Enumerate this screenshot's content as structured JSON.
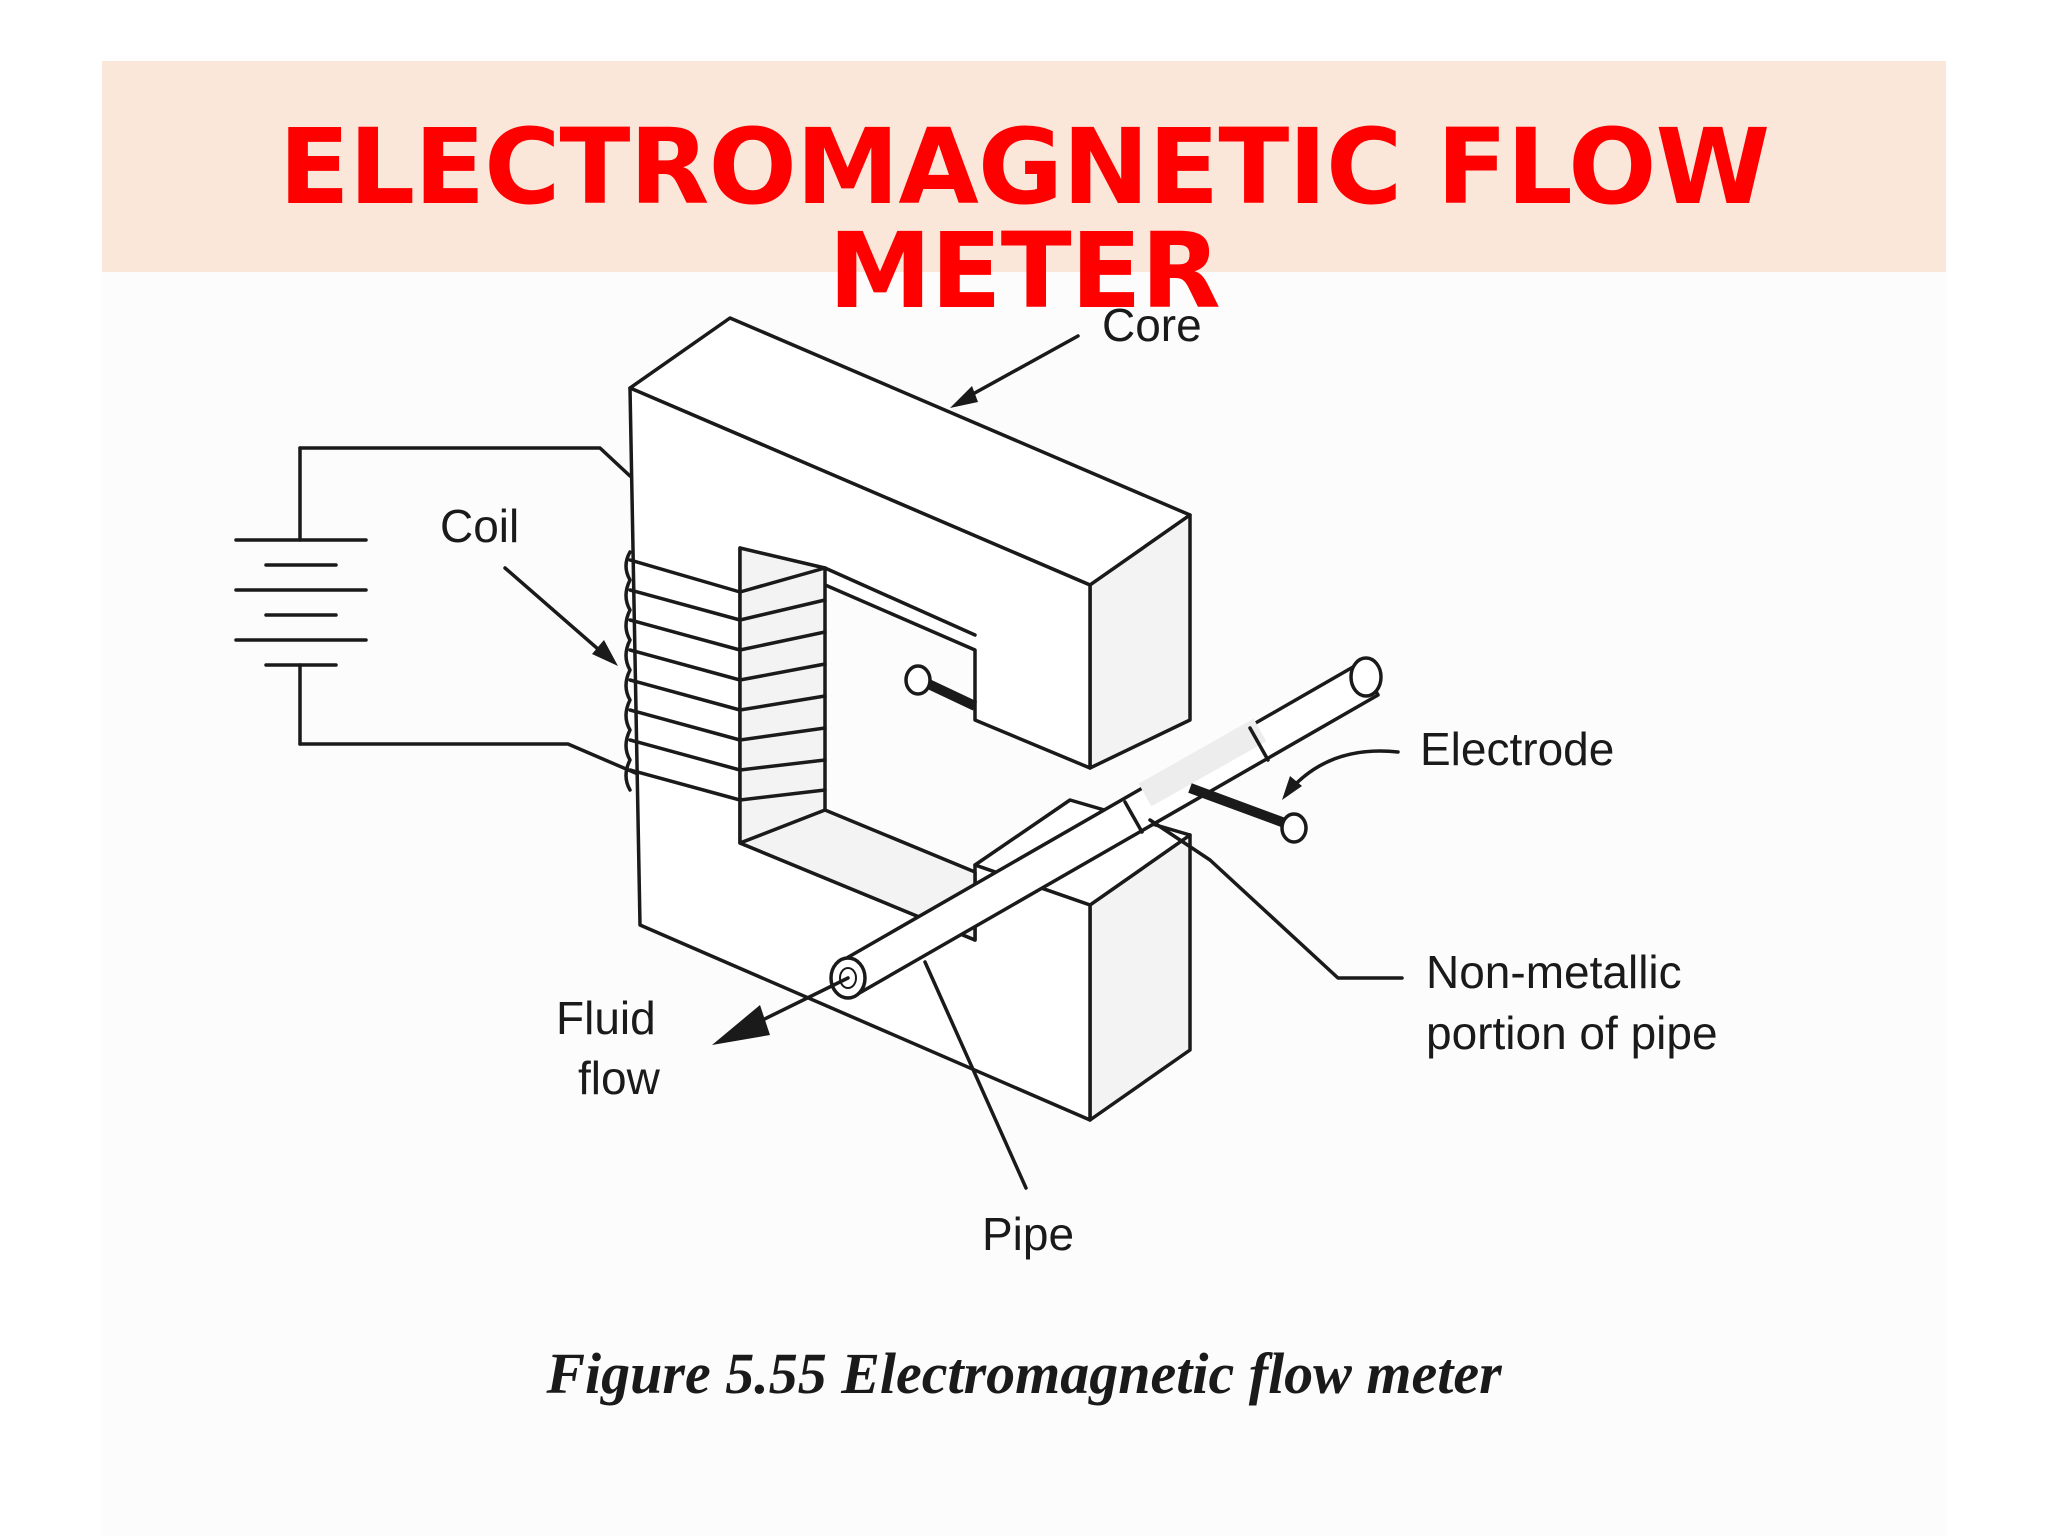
{
  "slide": {
    "title": "ELECTROMAGNETIC FLOW METER",
    "title_color": "#ff0000",
    "band_color": "#fbe6da"
  },
  "diagram": {
    "labels": {
      "core": "Core",
      "coil": "Coil",
      "electrode": "Electrode",
      "non_metallic_line1": "Non-metallic",
      "non_metallic_line2": "portion of pipe",
      "fluid_line1": "Fluid",
      "fluid_line2": "flow",
      "pipe": "Pipe"
    },
    "caption": "Figure 5.55 Electromagnetic flow meter"
  }
}
